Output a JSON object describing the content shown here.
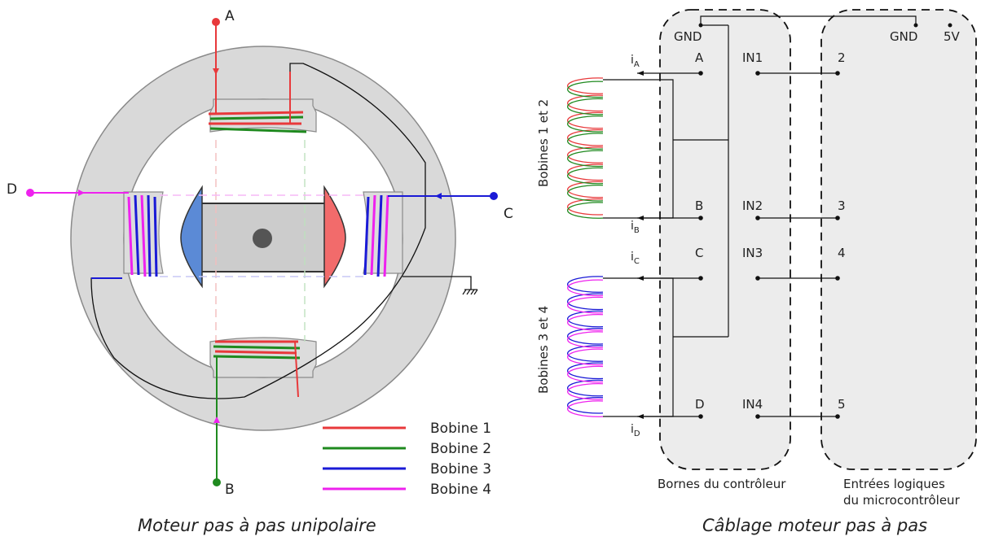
{
  "motor": {
    "caption": "Moteur pas à pas unipolaire",
    "terminals": {
      "a": "A",
      "b": "B",
      "c": "C",
      "d": "D"
    },
    "legend": [
      {
        "label": "Bobine 1",
        "color": "#e8393b"
      },
      {
        "label": "Bobine 2",
        "color": "#1f8a1f"
      },
      {
        "label": "Bobine 3",
        "color": "#1a1ad6"
      },
      {
        "label": "Bobine 4",
        "color": "#ee22ee"
      }
    ],
    "colors": {
      "stator": "#d9d9d9",
      "rotor_body": "#cccccc",
      "magnet_north": "#5b8ad6",
      "magnet_south": "#f26b6b"
    }
  },
  "wiring": {
    "caption": "Câblage moteur pas à pas",
    "coil_group_labels": [
      "Bobines 1 et 2",
      "Bobines 3 et 4"
    ],
    "currents": [
      "A",
      "B",
      "C",
      "D"
    ],
    "current_symbol": "i",
    "controller": {
      "gnd_label": "GND",
      "outputs": [
        "A",
        "B",
        "C",
        "D"
      ],
      "inputs": [
        "IN1",
        "IN2",
        "IN3",
        "IN4"
      ],
      "label": "Bornes du contrôleur"
    },
    "micro": {
      "gnd_label": "GND",
      "vcc_label": "5V",
      "pins": [
        "2",
        "3",
        "4",
        "5"
      ],
      "label_line1": "Entrées logiques",
      "label_line2": "du microcontrôleur"
    }
  }
}
